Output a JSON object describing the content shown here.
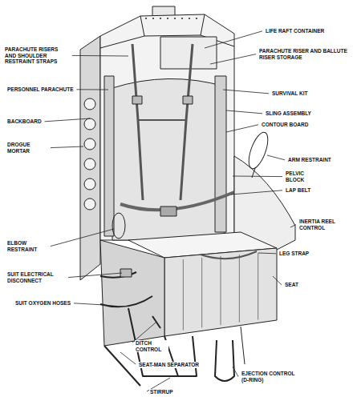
{
  "diagram": {
    "labels": [
      "PARACHUTE RISERS AND SHOULDER RESTRAINT STRAPS",
      "PERSONNEL PARACHUTE",
      "BACKBOARD",
      "DROGUE MORTAR",
      "ELBOW RESTRAINT",
      "SUIT ELECTRICAL DISCONNECT",
      "SUIT OXYGEN HOSES",
      "DITCH CONTROL",
      "SEAT-MAN SEPARATOR",
      "STIRRUP",
      "LIFE RAFT CONTAINER",
      "PARACHUTE RISER AND BALLUTE RISER STORAGE",
      "SURVIVAL KIT",
      "SLING ASSEMBLY",
      "CONTOUR BOARD",
      "ARM RESTRAINT",
      "PELVIC BLOCK",
      "LAP BELT",
      "INERTIA REEL CONTROL",
      "LEG STRAP",
      "SEAT",
      "EJECTION CONTROL (D-RING)"
    ]
  }
}
